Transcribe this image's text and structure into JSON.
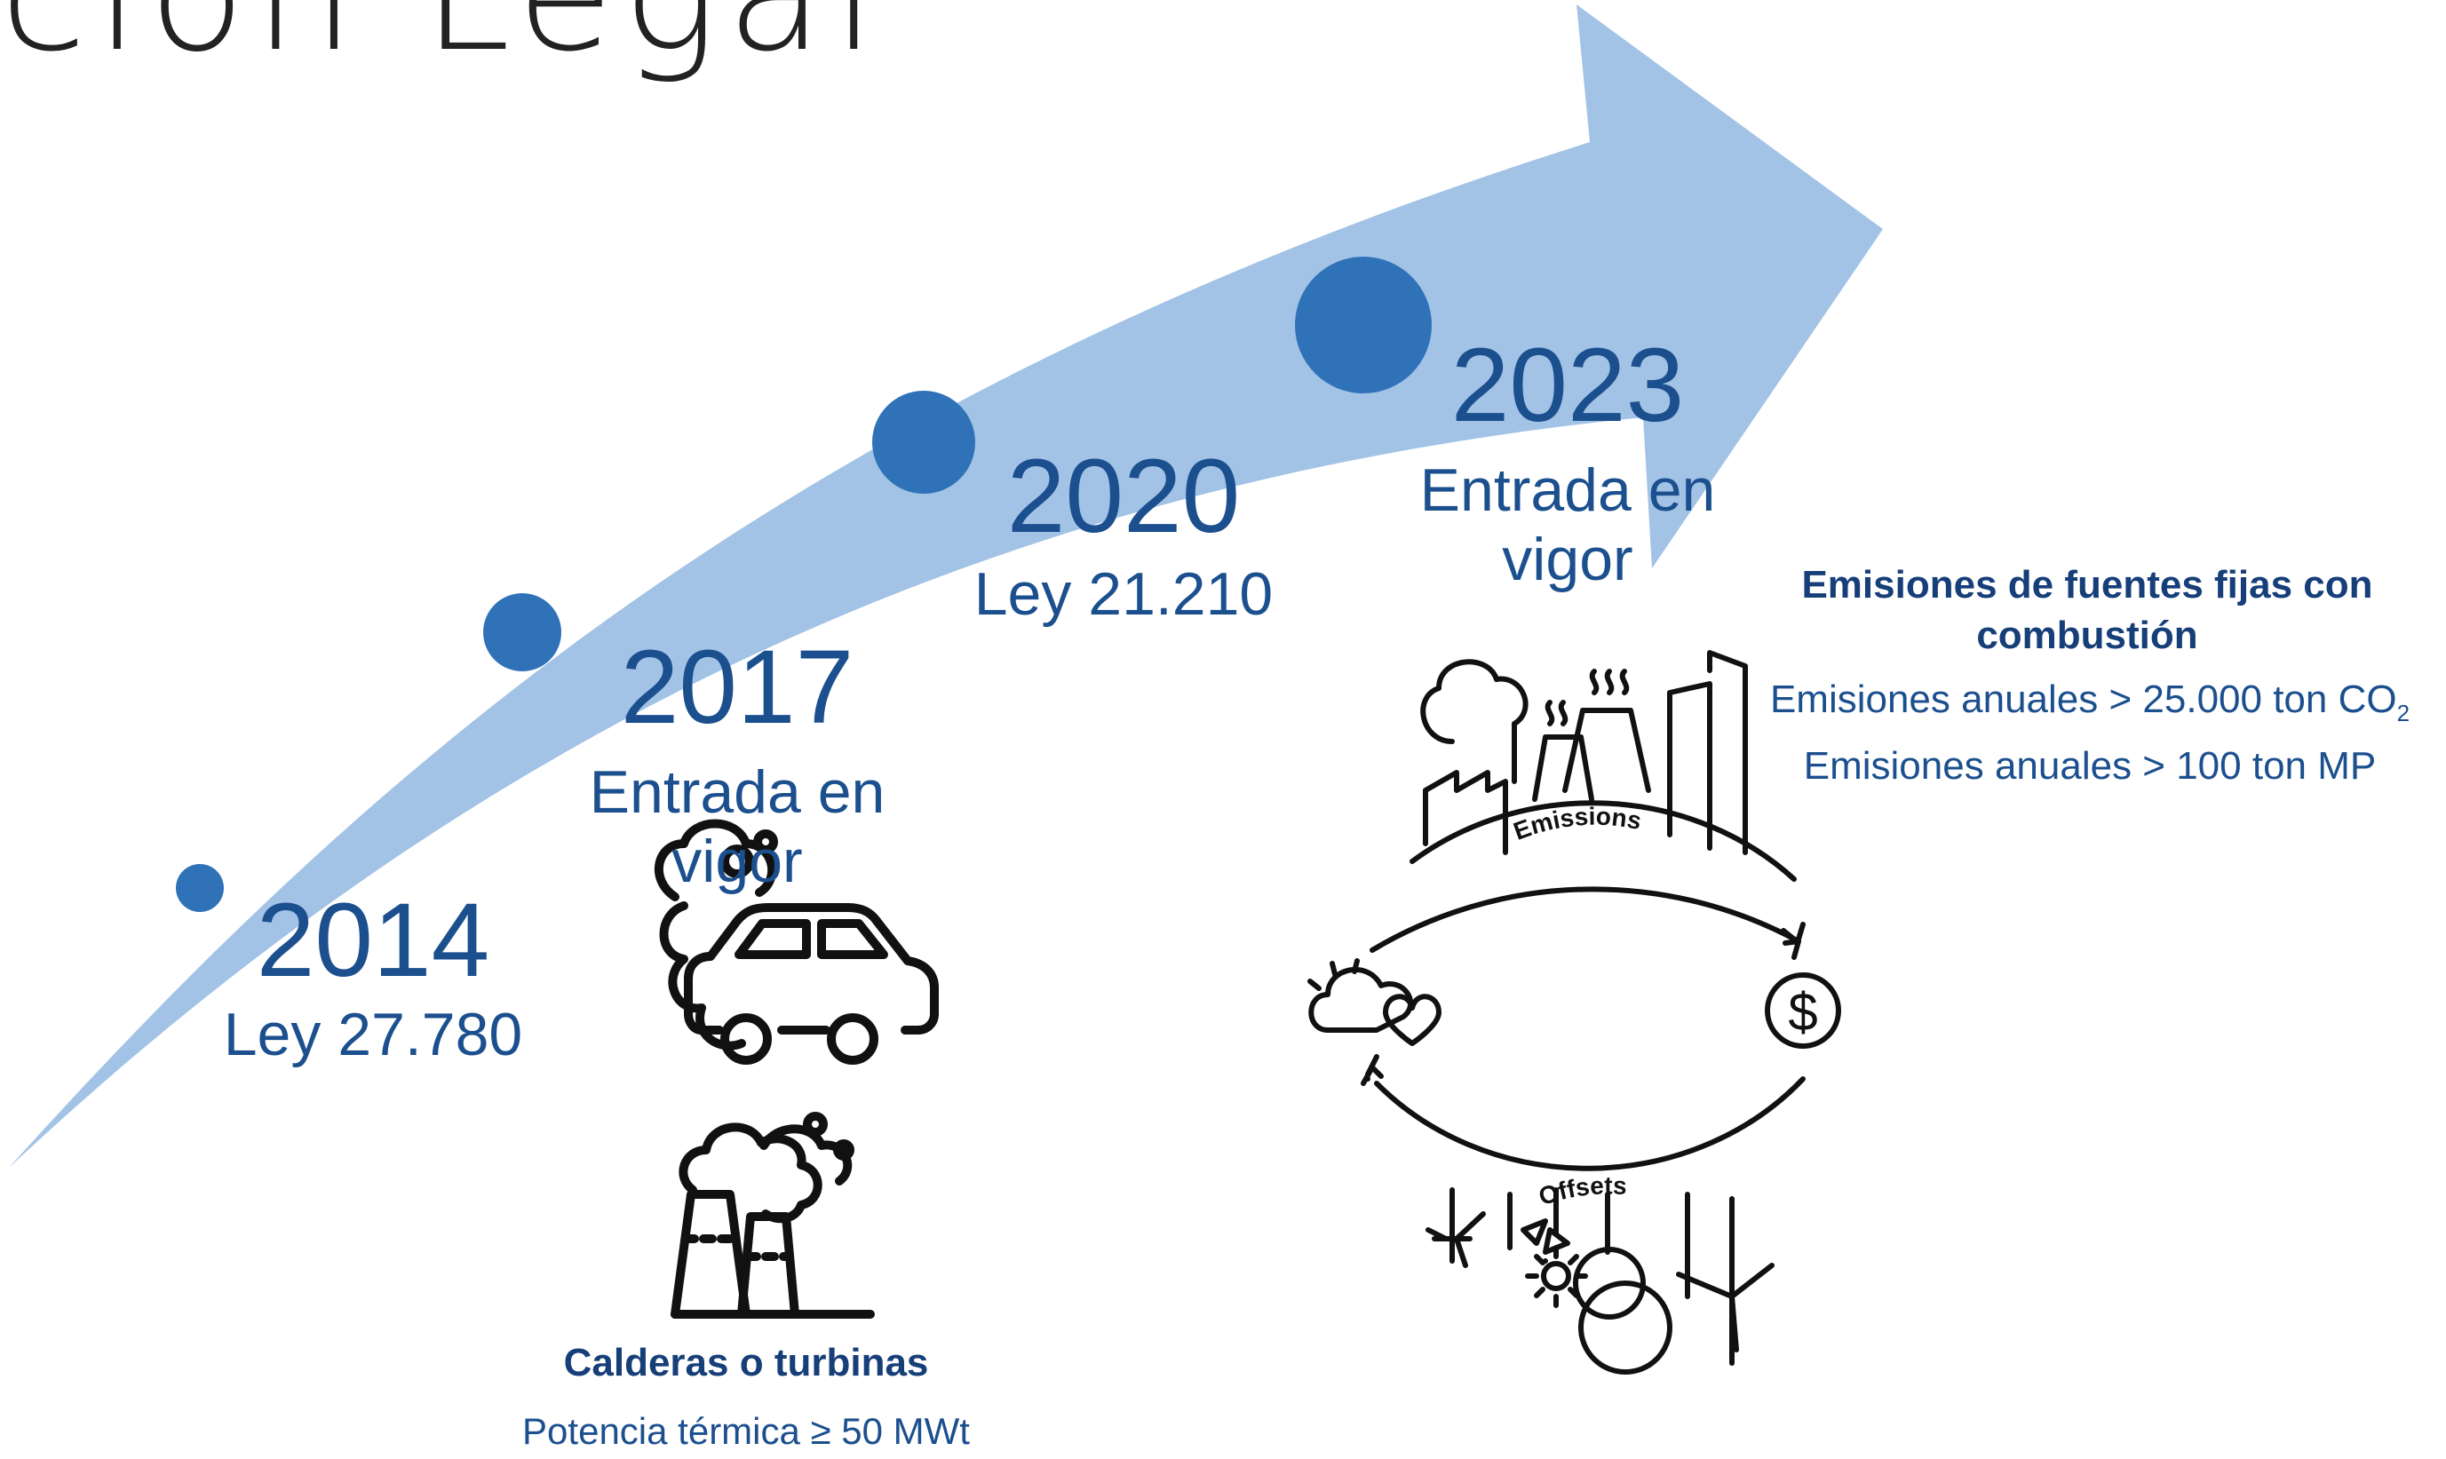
{
  "title": "ción Legal",
  "timeline": [
    {
      "year": "2014",
      "subtitle": "Ley 27.780"
    },
    {
      "year": "2017",
      "subtitle": "Entrada en vigor"
    },
    {
      "year": "2020",
      "subtitle": "Ley 21.210"
    },
    {
      "year": "2023",
      "subtitle": "Entrada en vigor"
    }
  ],
  "left_panel": {
    "heading": "Calderas o turbinas",
    "detail": "Potencia térmica ≥ 50 MWt"
  },
  "right_panel": {
    "heading": "Emisiones de fuentes fijas con combustión",
    "detail1": "Emisiones anuales > 25.000 ton CO",
    "detail1_sub": "2",
    "detail2": "Emisiones anuales > 100 ton MP"
  },
  "cycle": {
    "top_label": "Emissions",
    "bottom_label": "Offsets",
    "dollar": "$"
  },
  "colors": {
    "arrow": "#a2c3e6",
    "dot": "#2f72b8",
    "text": "#1b4f8e",
    "heading": "#163e78"
  }
}
